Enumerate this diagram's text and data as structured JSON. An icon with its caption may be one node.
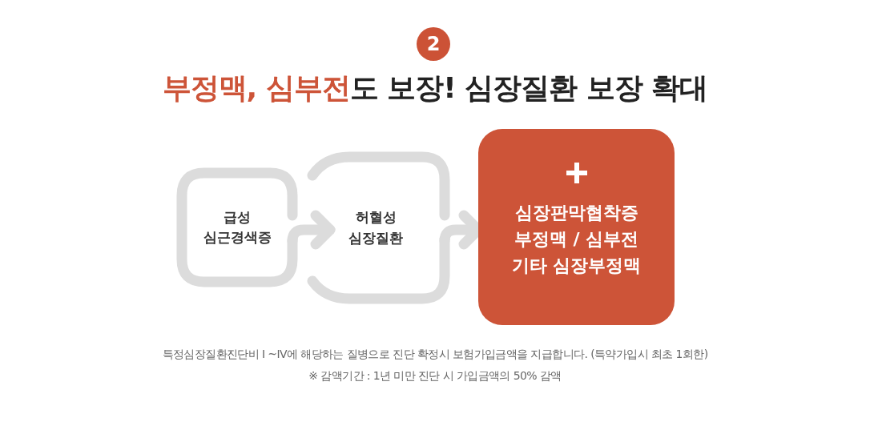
{
  "diagram": {
    "title": "**부정맥, 심부전**도 보장! 심장질환 보장 확대",
    "nodes": [
      {
        "text": [
          "2"
        ]
      },
      {
        "text": [
          "급성 심근경색증"
        ]
      },
      {
        "text": [
          "허혈성 심장질환"
        ]
      },
      {
        "text": [
          "심장판막협착증",
          "부정맥 / 심부전",
          "기타 심장부정맥"
        ]
      }
    ],
    "edges": [
      {
        "from": 1,
        "to": 2,
        "arrow": "to"
      },
      {
        "from": 2,
        "to": 3,
        "arrow": "to"
      }
    ],
    "labels": [
      "특정심장질환진단비 Ⅰ ~IV에 해당하는 질병으로 진단 확정시 보험가입금액을 지급합니다. (특약가입시 최초 1회한)",
      "※ 감액기간 : 1년 미만 진단 시 가입금액의 50% 감액"
    ]
  }
}
